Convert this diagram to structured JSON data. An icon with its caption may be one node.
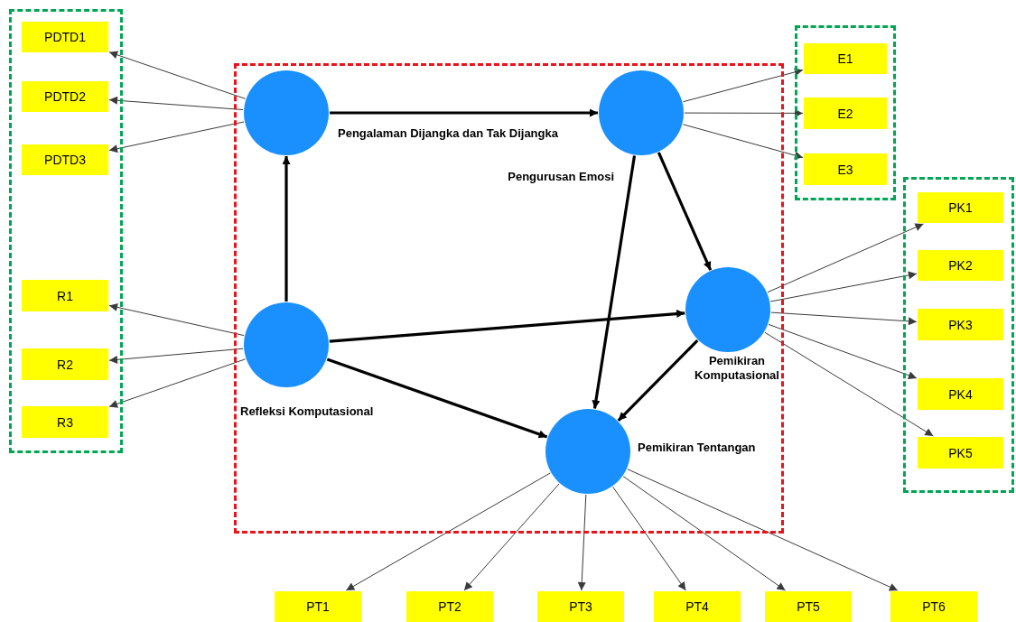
{
  "diagram": {
    "nodes": [
      {
        "text": [],
        "shape": "box"
      },
      {
        "text": [
          "PDTD1"
        ],
        "in": 0
      },
      {
        "text": [
          "PDTD2"
        ],
        "in": 0
      },
      {
        "text": [
          "PDTD3"
        ],
        "in": 0
      },
      {
        "text": [
          "R1"
        ],
        "in": 0
      },
      {
        "text": [
          "R2"
        ],
        "in": 0
      },
      {
        "text": [
          "R3"
        ],
        "in": 0
      },
      {
        "text": [],
        "shape": "box"
      },
      {
        "text": [
          "Pengalaman Dijangka dan Tak Dijangka"
        ],
        "in": 7
      },
      {
        "text": [
          "Pengurusan Emosi"
        ],
        "in": 7
      },
      {
        "text": [],
        "shape": "box"
      },
      {
        "text": [
          "E1"
        ],
        "in": 10
      },
      {
        "text": [
          "E2"
        ],
        "in": 10
      },
      {
        "text": [
          "E3"
        ],
        "in": 10
      },
      {
        "text": [],
        "shape": "box"
      },
      {
        "text": [
          "PK1"
        ],
        "in": 14
      },
      {
        "text": [
          "PK2"
        ],
        "in": 14
      },
      {
        "text": [
          "PK3"
        ],
        "in": 14
      },
      {
        "text": [
          "PK4"
        ],
        "in": 14
      },
      {
        "text": [
          "PK5"
        ],
        "in": 14
      },
      {
        "text": [
          "Refleksi Komputasional"
        ],
        "in": 7
      },
      {
        "text": [
          "Pemikiran Komputasional"
        ],
        "in": 7
      },
      {
        "text": [
          "Pemikiran Tentangan"
        ],
        "in": 7
      },
      {
        "text": [
          "PT1"
        ]
      },
      {
        "text": [
          "PT2"
        ]
      },
      {
        "text": [
          "PT3"
        ]
      },
      {
        "text": [
          "PT4"
        ]
      },
      {
        "text": [
          "PT5"
        ]
      },
      {
        "text": [
          "PT6"
        ]
      }
    ],
    "edges": [
      {
        "from": 8,
        "to": 1,
        "arrow": "to"
      },
      {
        "from": 8,
        "to": 2,
        "arrow": "to"
      },
      {
        "from": 8,
        "to": 3,
        "arrow": "to"
      },
      {
        "from": 20,
        "to": 4,
        "arrow": "to"
      },
      {
        "from": 20,
        "to": 5,
        "arrow": "to"
      },
      {
        "from": 20,
        "to": 6,
        "arrow": "to"
      },
      {
        "from": 9,
        "to": 11,
        "arrow": "to"
      },
      {
        "from": 9,
        "to": 12,
        "arrow": "to"
      },
      {
        "from": 9,
        "to": 13,
        "arrow": "to"
      },
      {
        "from": 21,
        "to": 15,
        "arrow": "to"
      },
      {
        "from": 21,
        "to": 16,
        "arrow": "to"
      },
      {
        "from": 21,
        "to": 17,
        "arrow": "to"
      },
      {
        "from": 21,
        "to": 18,
        "arrow": "to"
      },
      {
        "from": 21,
        "to": 19,
        "arrow": "to"
      },
      {
        "from": 22,
        "to": 23,
        "arrow": "to"
      },
      {
        "from": 22,
        "to": 24,
        "arrow": "to"
      },
      {
        "from": 22,
        "to": 25,
        "arrow": "to"
      },
      {
        "from": 22,
        "to": 26,
        "arrow": "to"
      },
      {
        "from": 22,
        "to": 27,
        "arrow": "to"
      },
      {
        "from": 22,
        "to": 28,
        "arrow": "to"
      },
      {
        "from": 8,
        "to": 9,
        "arrow": "to",
        "style": "thick",
        "color": "#000000"
      },
      {
        "from": 20,
        "to": 8,
        "arrow": "to",
        "style": "thick",
        "color": "#000000"
      },
      {
        "from": 20,
        "to": 21,
        "arrow": "to",
        "style": "thick",
        "color": "#000000"
      },
      {
        "from": 20,
        "to": 22,
        "arrow": "to",
        "style": "thick",
        "color": "#000000"
      },
      {
        "from": 9,
        "to": 21,
        "arrow": "to",
        "style": "thick",
        "color": "#000000"
      },
      {
        "from": 9,
        "to": 22,
        "arrow": "to",
        "style": "thick",
        "color": "#000000"
      },
      {
        "from": 21,
        "to": 22,
        "arrow": "to",
        "style": "thick",
        "color": "#000000"
      }
    ]
  }
}
